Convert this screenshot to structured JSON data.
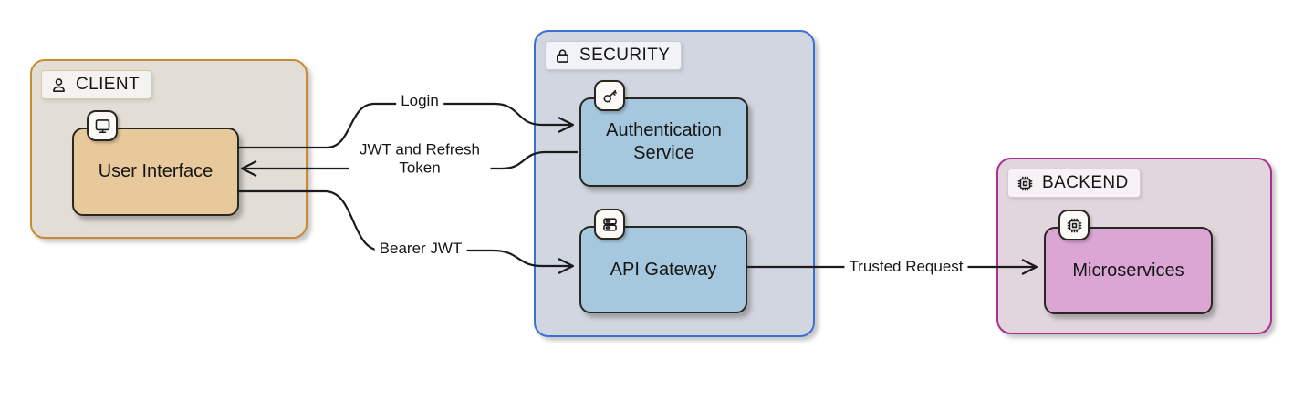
{
  "diagram": {
    "groups": [
      {
        "id": "client",
        "label": "CLIENT",
        "icon": "person-icon",
        "fill": "#e2ddd5",
        "border": "#c98a33",
        "badge_fill": "#f5f3ef",
        "badge_border": "#dcc9a4"
      },
      {
        "id": "security",
        "label": "SECURITY",
        "icon": "lock-icon",
        "fill": "#d2d6e0",
        "border": "#3b6fd2",
        "badge_fill": "#f2f3f6",
        "badge_border": "#c6cedd"
      },
      {
        "id": "backend",
        "label": "BACKEND",
        "icon": "chip-icon",
        "fill": "#e2d6de",
        "border": "#ab2f90",
        "badge_fill": "#f6f2f5",
        "badge_border": "#dcc3d6"
      }
    ],
    "nodes": [
      {
        "id": "user-interface",
        "label": "User Interface",
        "icon": "monitor-icon",
        "fill": "#e8c99b",
        "group": "client"
      },
      {
        "id": "authentication-service",
        "label": "Authentication Service",
        "icon": "key-icon",
        "fill": "#a5c8de",
        "group": "security"
      },
      {
        "id": "api-gateway",
        "label": "API Gateway",
        "icon": "server-icon",
        "fill": "#a5c8de",
        "group": "security"
      },
      {
        "id": "microservices",
        "label": "Microservices",
        "icon": "chip-icon",
        "fill": "#dba6d4",
        "group": "backend"
      }
    ],
    "edges": [
      {
        "label": "Login",
        "from": "user-interface",
        "to": "authentication-service"
      },
      {
        "label": "JWT and Refresh Token",
        "from": "authentication-service",
        "to": "user-interface"
      },
      {
        "label": "Bearer JWT",
        "from": "user-interface",
        "to": "api-gateway"
      },
      {
        "label": "Trusted Request",
        "from": "api-gateway",
        "to": "microservices"
      }
    ],
    "colors": {
      "edge": "#1b1b1b",
      "node_border": "#2a2620",
      "text": "#161616",
      "node_badge_fill": "#fbfaf7"
    }
  }
}
